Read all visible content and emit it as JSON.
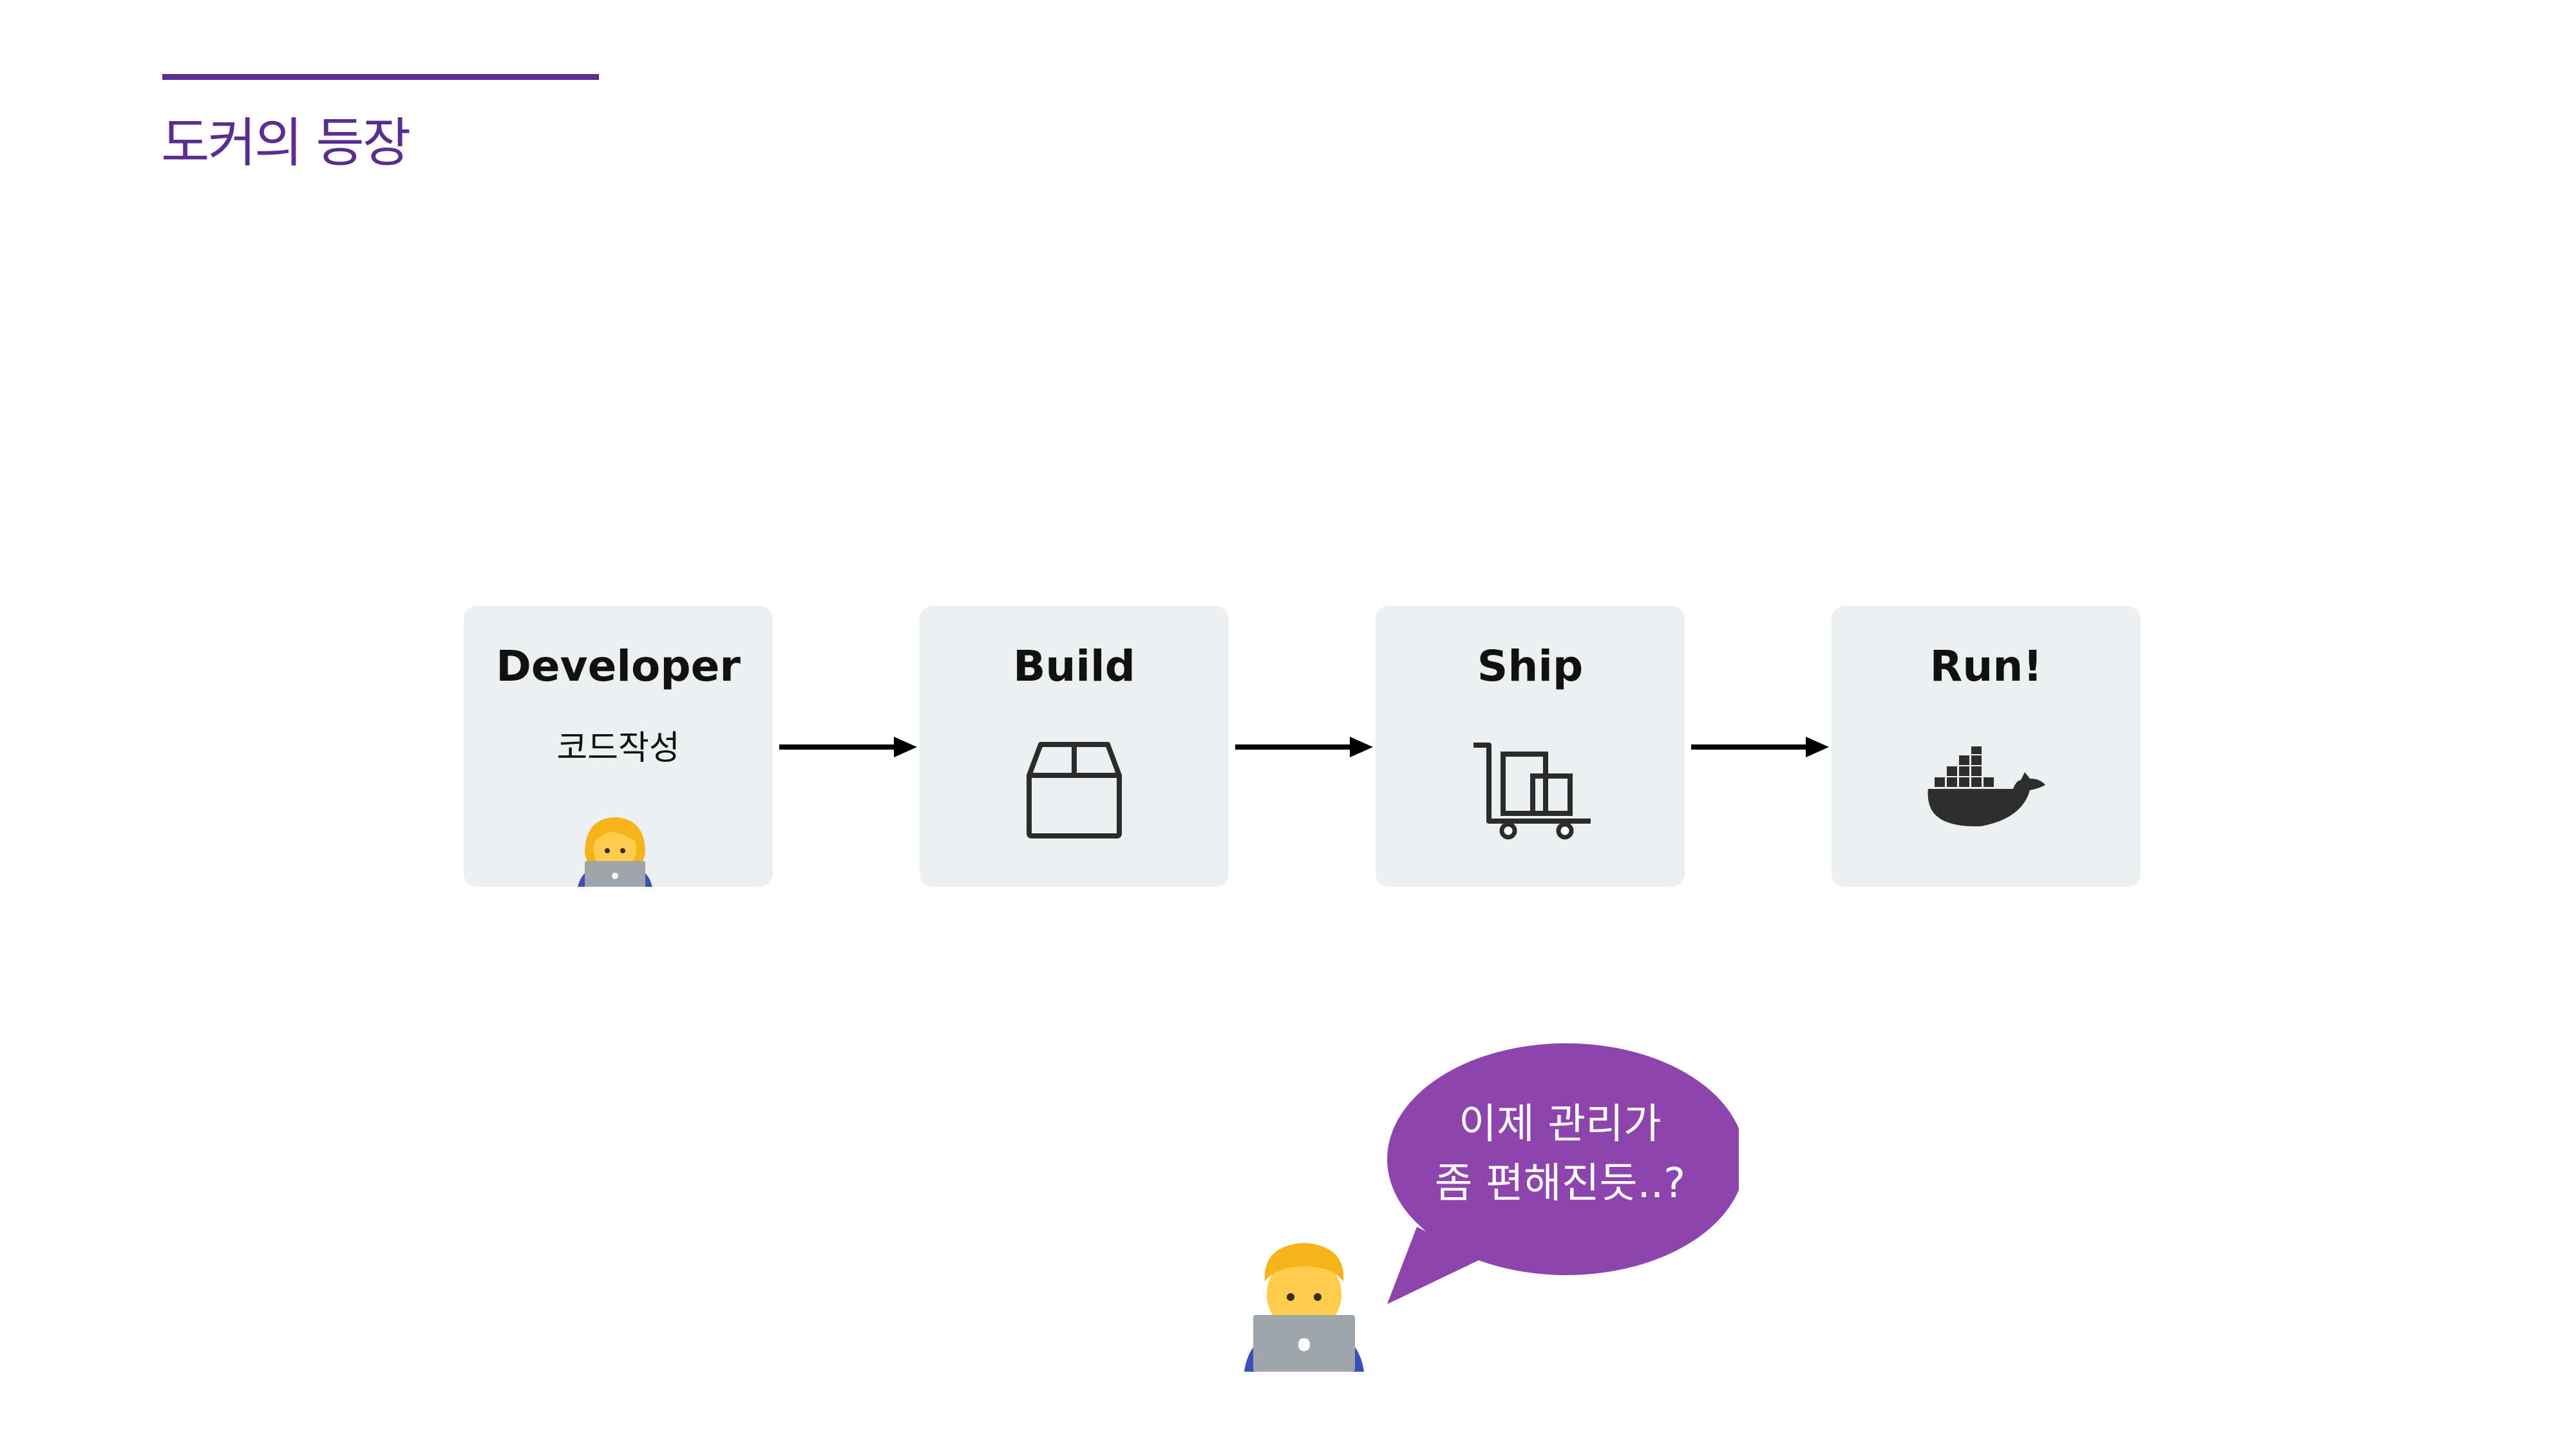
{
  "slide": {
    "title": "도커의 등장",
    "accent_color": "#5c2d91"
  },
  "pipeline": {
    "steps": [
      {
        "title": "Developer",
        "subtitle": "코드작성",
        "icon": "woman-technologist-icon"
      },
      {
        "title": "Build",
        "icon": "box-icon"
      },
      {
        "title": "Ship",
        "icon": "hand-truck-icon"
      },
      {
        "title": "Run!",
        "icon": "docker-whale-icon"
      }
    ],
    "connector": "arrow-right-icon"
  },
  "speech": {
    "line1": "이제 관리가",
    "line2": "좀 편해진듯..?",
    "bubble_color": "#8e44ad",
    "speaker_icon": "man-technologist-icon"
  }
}
